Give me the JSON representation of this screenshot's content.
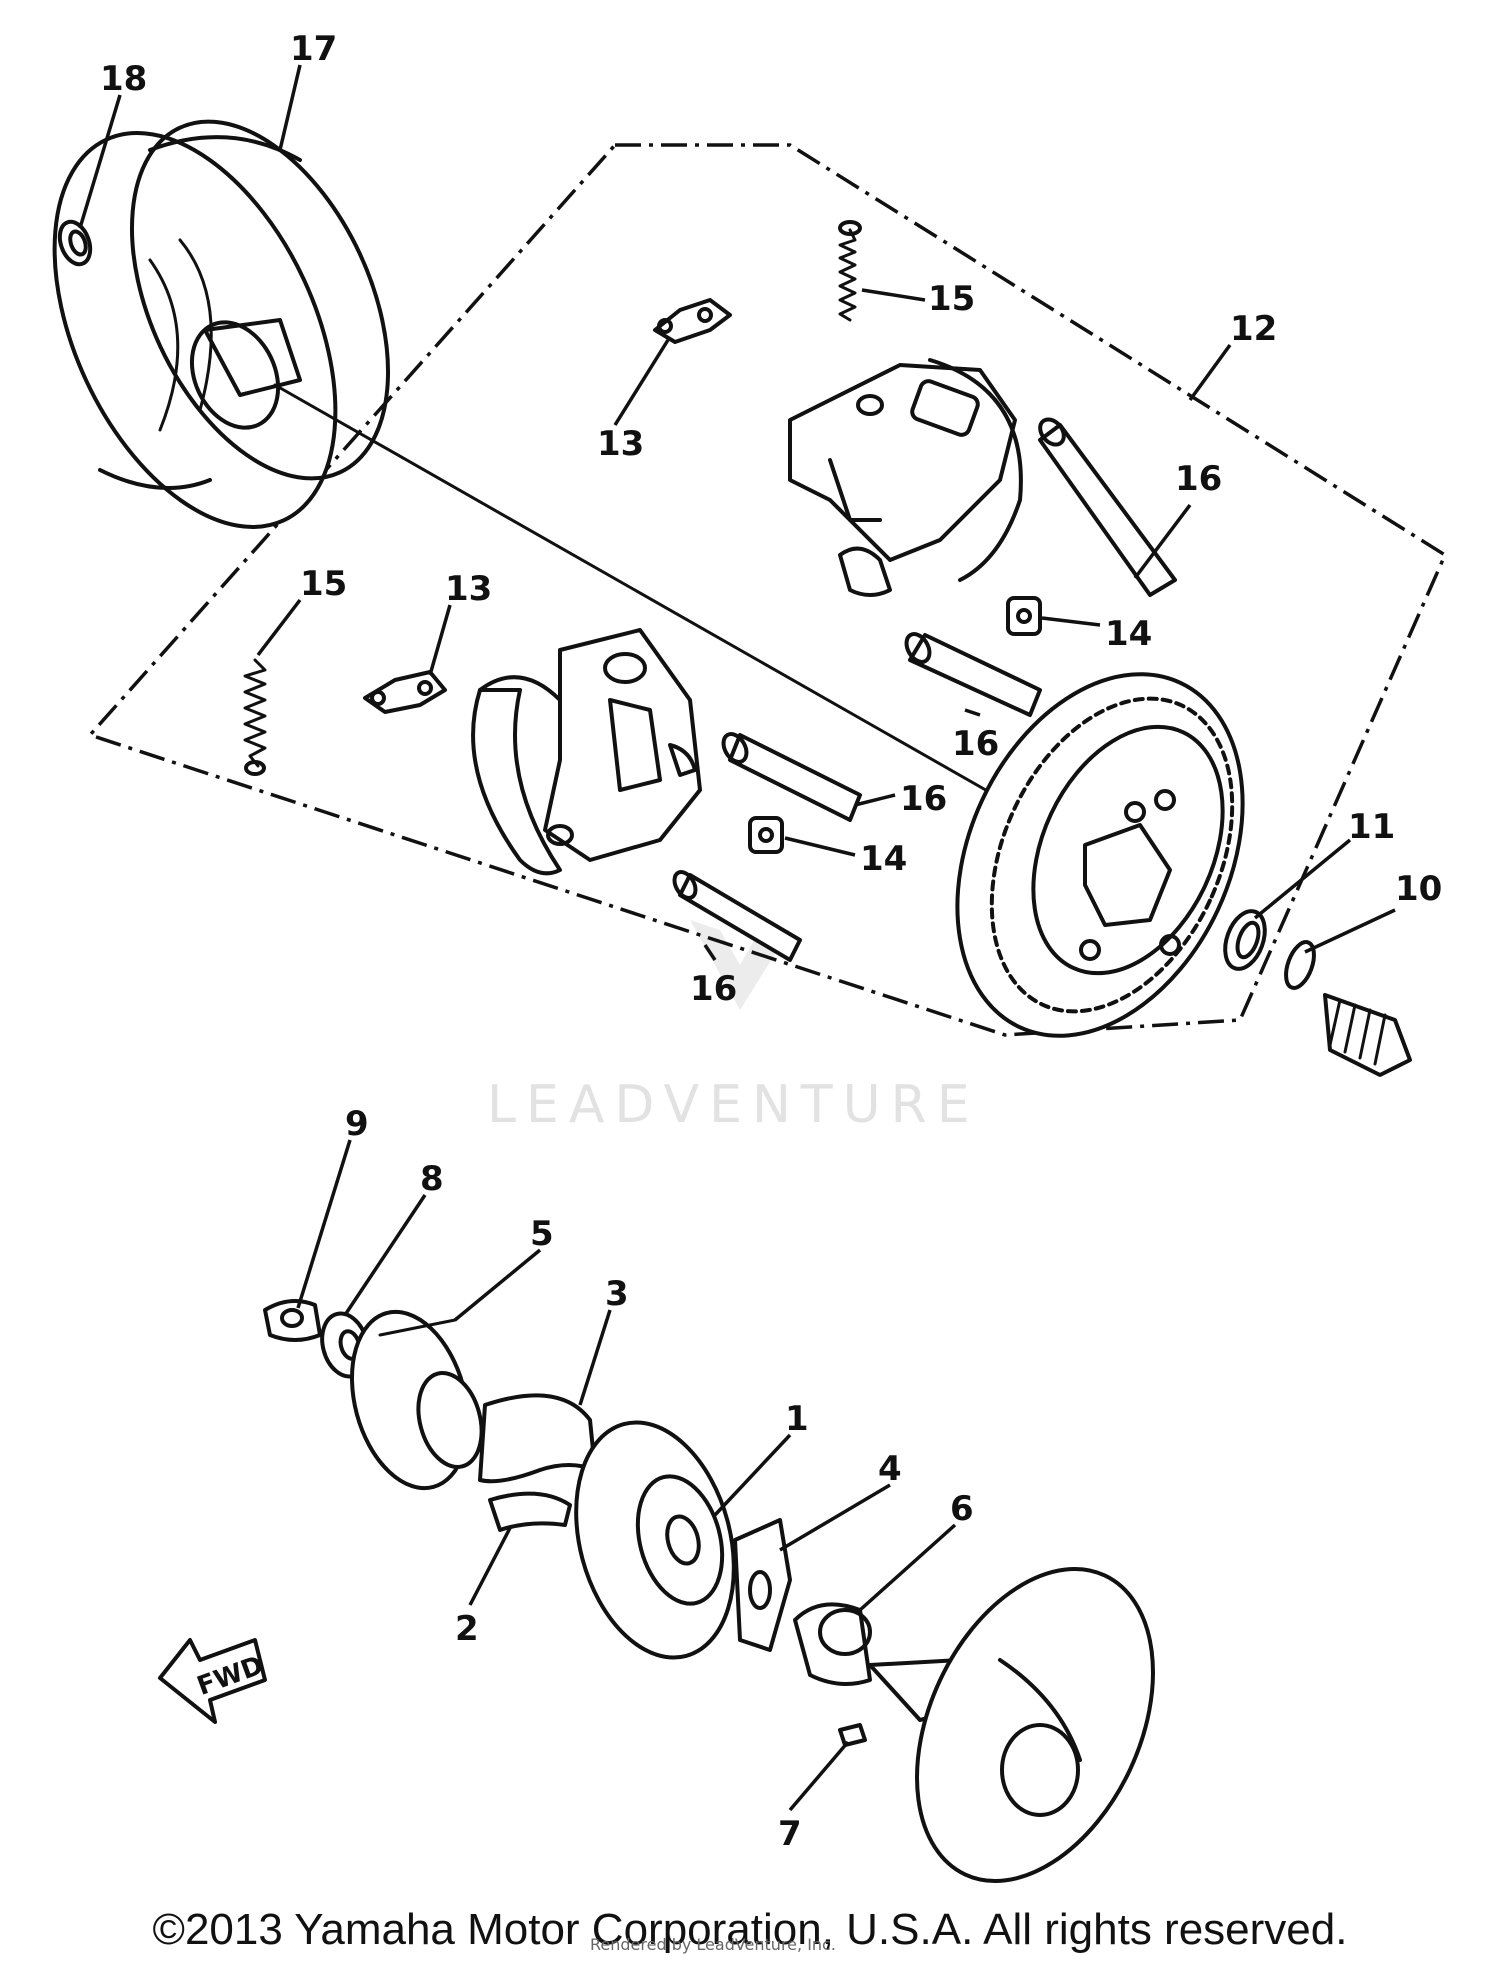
{
  "callouts": [
    "1",
    "2",
    "3",
    "4",
    "5",
    "6",
    "7",
    "8",
    "9",
    "10",
    "11",
    "12",
    "13",
    "14",
    "15",
    "16",
    "17",
    "18"
  ],
  "labels": {
    "c18": "18",
    "c17": "17",
    "c15_top": "15",
    "c12": "12",
    "c13_top": "13",
    "c16_a": "16",
    "c14_a": "14",
    "c16_b": "16",
    "c15_left": "15",
    "c13_left": "13",
    "c16_c": "16",
    "c14_b": "14",
    "c16_d": "16",
    "c11": "11",
    "c10": "10",
    "c9": "9",
    "c8": "8",
    "c5": "5",
    "c3": "3",
    "c1": "1",
    "c4": "4",
    "c6": "6",
    "c2": "2",
    "c7": "7"
  },
  "fwd_label": "FWD",
  "watermark": "LEADVENTURE",
  "copyright": "©2013 Yamaha Motor Corporation, U.S.A. All rights reserved.",
  "rendered_by": "Rendered by LeadVenture, Inc."
}
